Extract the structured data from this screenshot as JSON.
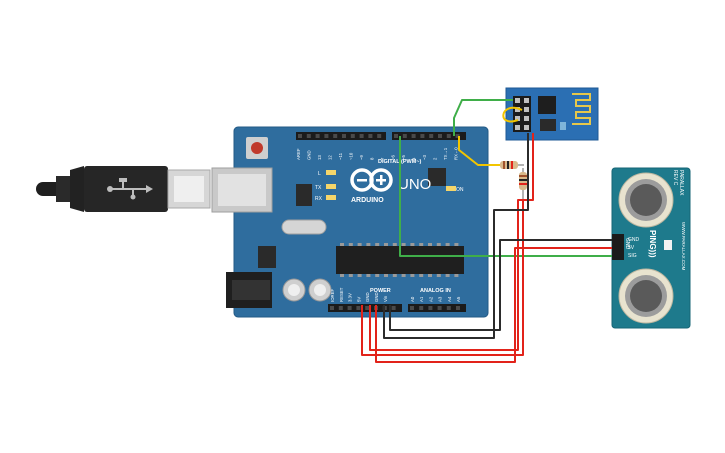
{
  "arduino": {
    "brand": "ARDUINO",
    "model": "UNO",
    "digital_header_label": "DIGITAL (PWM~)",
    "power_label": "POWER",
    "analog_label": "ANALOG IN",
    "on_label": "ON",
    "led_l": "L",
    "led_tx": "TX",
    "led_rx": "RX",
    "top_pins": [
      "AREF",
      "GND",
      "13",
      "12",
      "~11",
      "~10",
      "~9",
      "8",
      "7",
      "~6",
      "~5",
      "4",
      "~3",
      "2",
      "TX→1",
      "RX←0"
    ],
    "power_pins": [
      "IOREF",
      "RESET",
      "3.3V",
      "5V",
      "GND",
      "GND",
      "Vin"
    ],
    "analog_pins": [
      "A0",
      "A1",
      "A2",
      "A3",
      "A4",
      "A5"
    ],
    "board_color": "#2f6d9e"
  },
  "esp_module": {
    "pcb_color": "#2b6fb3"
  },
  "ultrasonic": {
    "model": "PING)))",
    "top_text": "PARALLAX",
    "rev": "REV C",
    "url": "WWW.PARALLAX.COM",
    "pins": [
      "GND",
      "5V",
      "SIG"
    ],
    "pcb_color": "#1e7a8c"
  },
  "wire_colors": {
    "red": "#e2231a",
    "black": "#2b2b2b",
    "green": "#3fae49",
    "yellow": "#f2c500"
  },
  "icons": [
    "usb-cable-icon",
    "arduino-infinity-logo-icon",
    "reset-button-icon"
  ]
}
